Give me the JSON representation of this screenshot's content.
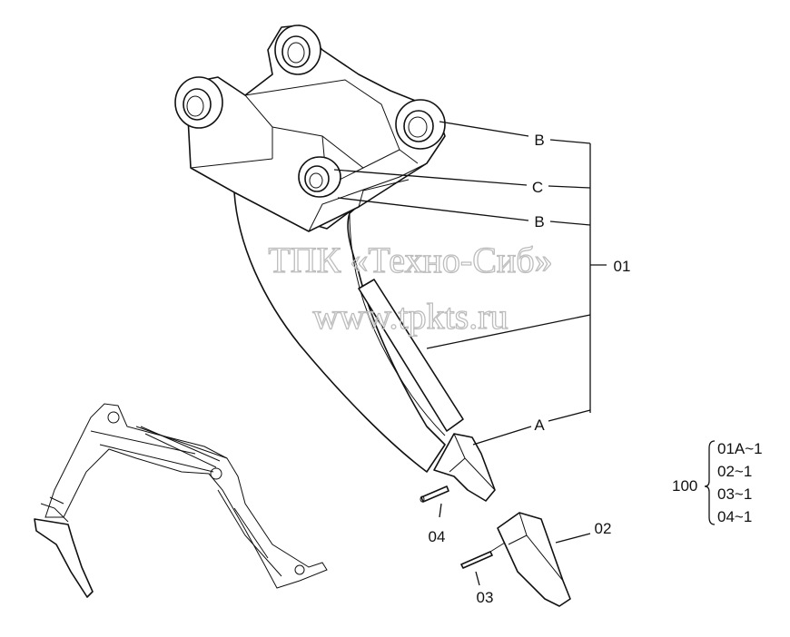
{
  "watermark": {
    "line1": "ТПК «Техно-Сиб»",
    "line2": "www.tpkts.ru"
  },
  "callouts": {
    "B_top": "B",
    "C": "C",
    "B_mid": "B",
    "A": "A",
    "assembly": "01",
    "pin": "04",
    "tooth": "02",
    "lock": "03"
  },
  "kit": {
    "number": "100",
    "items": [
      "01A~1",
      "02~1",
      "03~1",
      "04~1"
    ]
  }
}
